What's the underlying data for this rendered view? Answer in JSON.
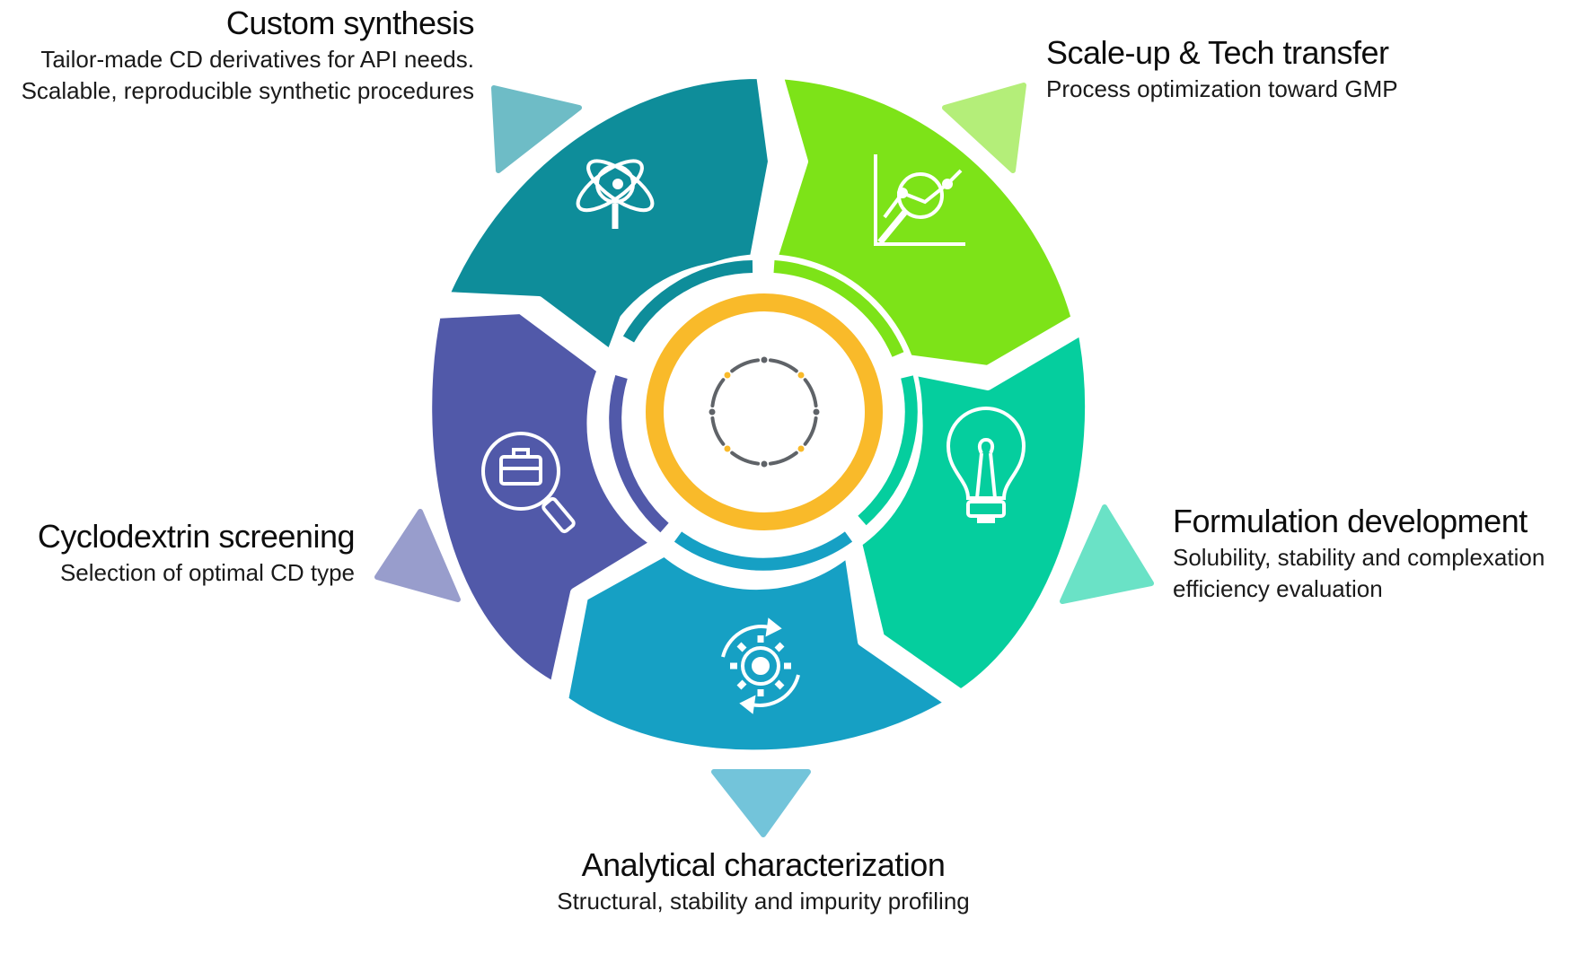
{
  "steps": [
    {
      "id": "custom",
      "title": "Custom synthesis",
      "description": "Tailor-made CD derivatives for API needs. Scalable, reproducible synthetic procedures",
      "color": "#0E8D9A",
      "arrow_color": "#6EBCC6",
      "icon": "atom-magnifier-icon"
    },
    {
      "id": "scale",
      "title": "Scale-up & Tech transfer",
      "description": "Process optimization toward GMP",
      "color": "#7DE318",
      "arrow_color": "#B4EE79",
      "icon": "chart-magnifier-icon"
    },
    {
      "id": "formulation",
      "title": "Formulation development",
      "description": "Solubility, stability and complexation efficiency evaluation",
      "color": "#05CE9E",
      "arrow_color": "#6AE2C6",
      "icon": "lightbulb-icon"
    },
    {
      "id": "analytical",
      "title": "Analytical characterization",
      "description": "Structural, stability and impurity profiling",
      "color": "#16A0C4",
      "arrow_color": "#73C4DA",
      "icon": "gear-cycle-icon"
    },
    {
      "id": "screening",
      "title": "Cyclodextrin screening",
      "description": "Selection of optimal CD type",
      "color": "#5159A9",
      "arrow_color": "#989DCC",
      "icon": "briefcase-search-icon"
    }
  ],
  "center": {
    "ring_color": "#F9BA2A",
    "dash_color": "#5F6368",
    "dot_color": "#F9BA2A"
  }
}
